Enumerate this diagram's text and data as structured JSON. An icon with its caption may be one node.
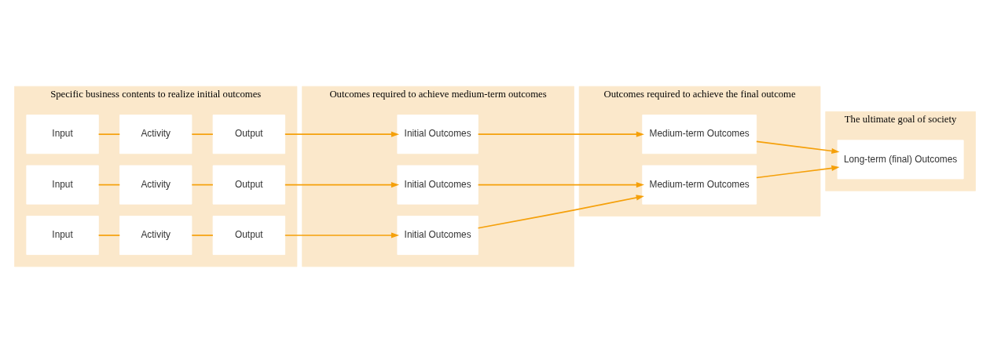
{
  "diagram": {
    "nodes": [
      {
        "text": [
          "Specific business contents to realize initial outcomes"
        ]
      },
      {
        "text": [
          "Input"
        ],
        "in": 0
      },
      {
        "text": [
          "Activity"
        ],
        "in": 0
      },
      {
        "text": [
          "Output"
        ],
        "in": 0
      },
      {
        "text": [
          "Input"
        ],
        "in": 0
      },
      {
        "text": [
          "Activity"
        ],
        "in": 0
      },
      {
        "text": [
          "Output"
        ],
        "in": 0
      },
      {
        "text": [
          "Input"
        ],
        "in": 0
      },
      {
        "text": [
          "Activity"
        ],
        "in": 0
      },
      {
        "text": [
          "Output"
        ],
        "in": 0
      },
      {
        "text": [
          "Outcomes required to achieve medium-term outcomes"
        ]
      },
      {
        "text": [
          "Initial Outcomes"
        ],
        "in": 10
      },
      {
        "text": [
          "Initial Outcomes"
        ],
        "in": 10
      },
      {
        "text": [
          "Initial Outcomes"
        ],
        "in": 10
      },
      {
        "text": [
          "Outcomes required to achieve the final outcome"
        ]
      },
      {
        "text": [
          "Medium-term Outcomes"
        ],
        "in": 14
      },
      {
        "text": [
          "Medium-term Outcomes"
        ],
        "in": 14
      },
      {
        "text": [
          "The ultimate goal of society"
        ]
      },
      {
        "text": [
          "Long-term (final) Outcomes"
        ],
        "in": 17
      }
    ],
    "edges": [
      {
        "from": 1,
        "to": 2,
        "arrow": "none"
      },
      {
        "from": 2,
        "to": 3,
        "arrow": "none"
      },
      {
        "from": 3,
        "to": 11,
        "arrow": "to"
      },
      {
        "from": 4,
        "to": 5,
        "arrow": "none"
      },
      {
        "from": 5,
        "to": 6,
        "arrow": "none"
      },
      {
        "from": 6,
        "to": 12,
        "arrow": "to"
      },
      {
        "from": 7,
        "to": 8,
        "arrow": "none"
      },
      {
        "from": 8,
        "to": 9,
        "arrow": "none"
      },
      {
        "from": 9,
        "to": 13,
        "arrow": "to"
      },
      {
        "from": 11,
        "to": 15,
        "arrow": "to"
      },
      {
        "from": 12,
        "to": 16,
        "arrow": "to"
      },
      {
        "from": 13,
        "to": 16,
        "arrow": "to"
      },
      {
        "from": 15,
        "to": 18,
        "arrow": "to"
      },
      {
        "from": 16,
        "to": 18,
        "arrow": "to"
      }
    ]
  }
}
